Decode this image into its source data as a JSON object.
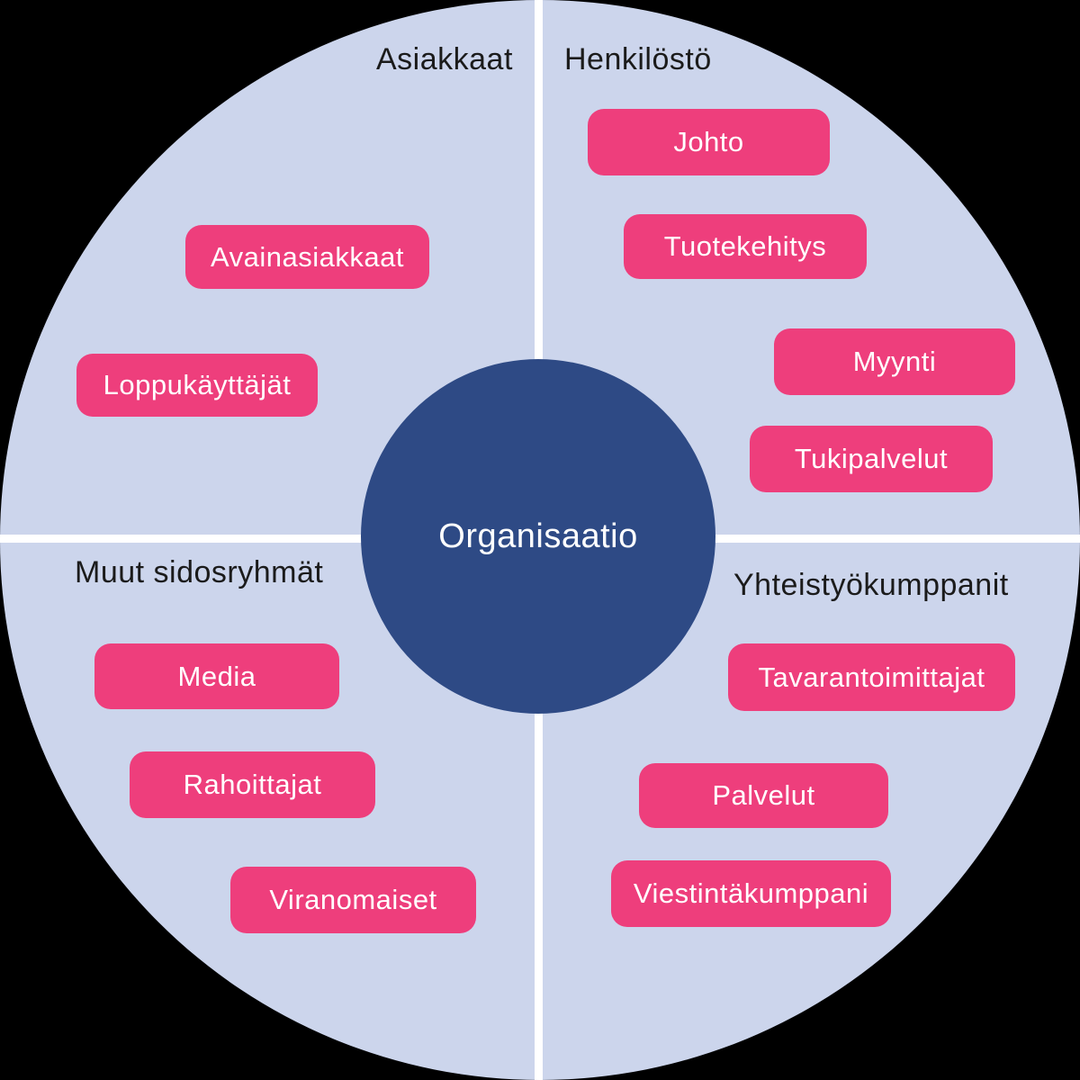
{
  "diagram": {
    "center": {
      "label": "Organisaatio"
    },
    "quadrants": [
      {
        "title": "Asiakkaat",
        "items": [
          "Avainasiakkaat",
          "Loppukäyttäjät"
        ]
      },
      {
        "title": "Henkilöstö",
        "items": [
          "Johto",
          "Tuotekehitys",
          "Myynti",
          "Tukipalvelut"
        ]
      },
      {
        "title": "Muut sidosryhmät",
        "items": [
          "Media",
          "Rahoittajat",
          "Viranomaiset"
        ]
      },
      {
        "title": "Yhteistyökumppanit",
        "items": [
          "Tavarantoimittajat",
          "Palvelut",
          "Viestintäkumppani"
        ]
      }
    ],
    "colors": {
      "outside_background": "#000000",
      "wheel": "#ccd5ec",
      "divider": "#ffffff",
      "center_circle": "#2e4a85",
      "center_text": "#ffffff",
      "item_box": "#ee3e7c",
      "item_text": "#ffffff",
      "title_text": "#1b1b1b"
    }
  }
}
